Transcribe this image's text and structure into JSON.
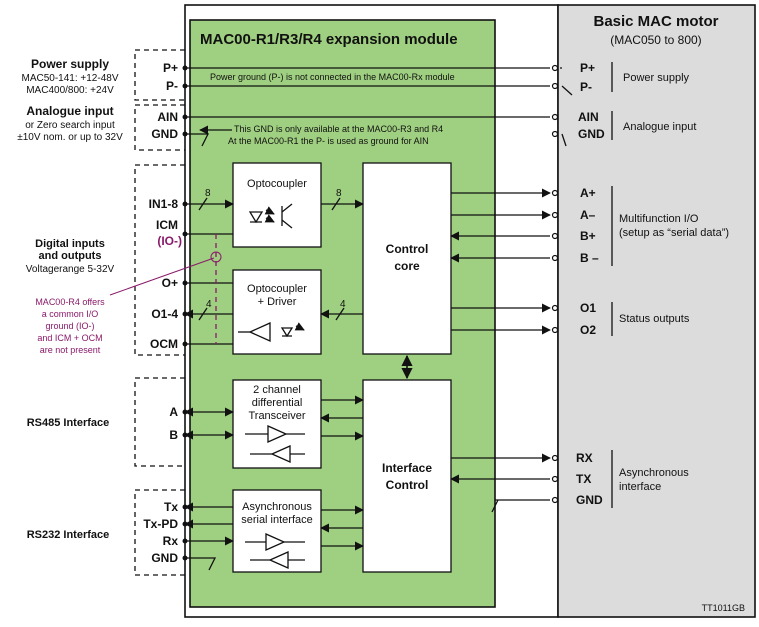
{
  "expansion_module": {
    "title": "MAC00-R1/R3/R4 expansion module",
    "note_p_minus": "Power ground (P-) is not connected in the MAC00-Rx module",
    "note_gnd_1": "This GND is only available at the MAC00-R3 and R4",
    "note_gnd_2": "At the MAC00-R1  the P- is used as ground for AIN"
  },
  "motor": {
    "title": "Basic MAC motor",
    "subtitle": "(MAC050 to 800)"
  },
  "left_labels": {
    "power_title": "Power supply",
    "power_line1": "MAC50-141: +12-48V",
    "power_line2": "MAC400/800: +24V",
    "analogue_title": "Analogue input",
    "analogue_line1": "or Zero search input",
    "analogue_line2": "±10V nom. or up to 32V",
    "digital_title1": "Digital inputs",
    "digital_title2": "and outputs",
    "digital_line": "Voltagerange 5-32V",
    "rs485": "RS485 Interface",
    "rs232": "RS232 Interface"
  },
  "annotation": [
    "MAC00-R4 offers",
    "a common I/O",
    "ground (IO-)",
    "and ICM + OCM",
    "are not present"
  ],
  "left_pins": {
    "p_plus": "P+",
    "p_minus": "P-",
    "ain": "AIN",
    "gnd": "GND",
    "in18": "IN1-8",
    "icm": "ICM",
    "io_minus": "(IO-)",
    "o_plus": "O+",
    "o14": "O1-4",
    "ocm": "OCM",
    "a": "A",
    "b": "B",
    "tx": "Tx",
    "txpd": "Tx-PD",
    "rx": "Rx",
    "gnd2": "GND"
  },
  "blocks": {
    "opto1": "Optocoupler",
    "opto2_l1": "Optocoupler",
    "opto2_l2": "+ Driver",
    "control_l1": "Control",
    "control_l2": "core",
    "trans_l1": "2 channel",
    "trans_l2": "differential",
    "trans_l3": "Transceiver",
    "async_l1": "Asynchronous",
    "async_l2": "serial interface",
    "iface_l1": "Interface",
    "iface_l2": "Control"
  },
  "bus_widths": {
    "in_left": "8",
    "in_right": "8",
    "out_left": "4",
    "out_right": "4"
  },
  "right_pins": {
    "p_plus": "P+",
    "p_minus": "P-",
    "ain": "AIN",
    "gnd": "GND",
    "a_plus": "A+",
    "a_minus": "A–",
    "b_plus": "B+",
    "b_minus": "B –",
    "o1": "O1",
    "o2": "O2",
    "rx": "RX",
    "tx": "TX",
    "gnd2": "GND"
  },
  "right_labels": {
    "power": "Power supply",
    "analogue": "Analogue input",
    "multi1": "Multifunction I/O",
    "multi2": "(setup as “serial data”)",
    "status": "Status outputs",
    "async1": "Asynchronous",
    "async2": "interface"
  },
  "figure_code": "TT1011GB",
  "colors": {
    "module_fill": "#9fcf80",
    "motor_fill": "#dcdcdc",
    "annotation": "#8a1a6a"
  }
}
